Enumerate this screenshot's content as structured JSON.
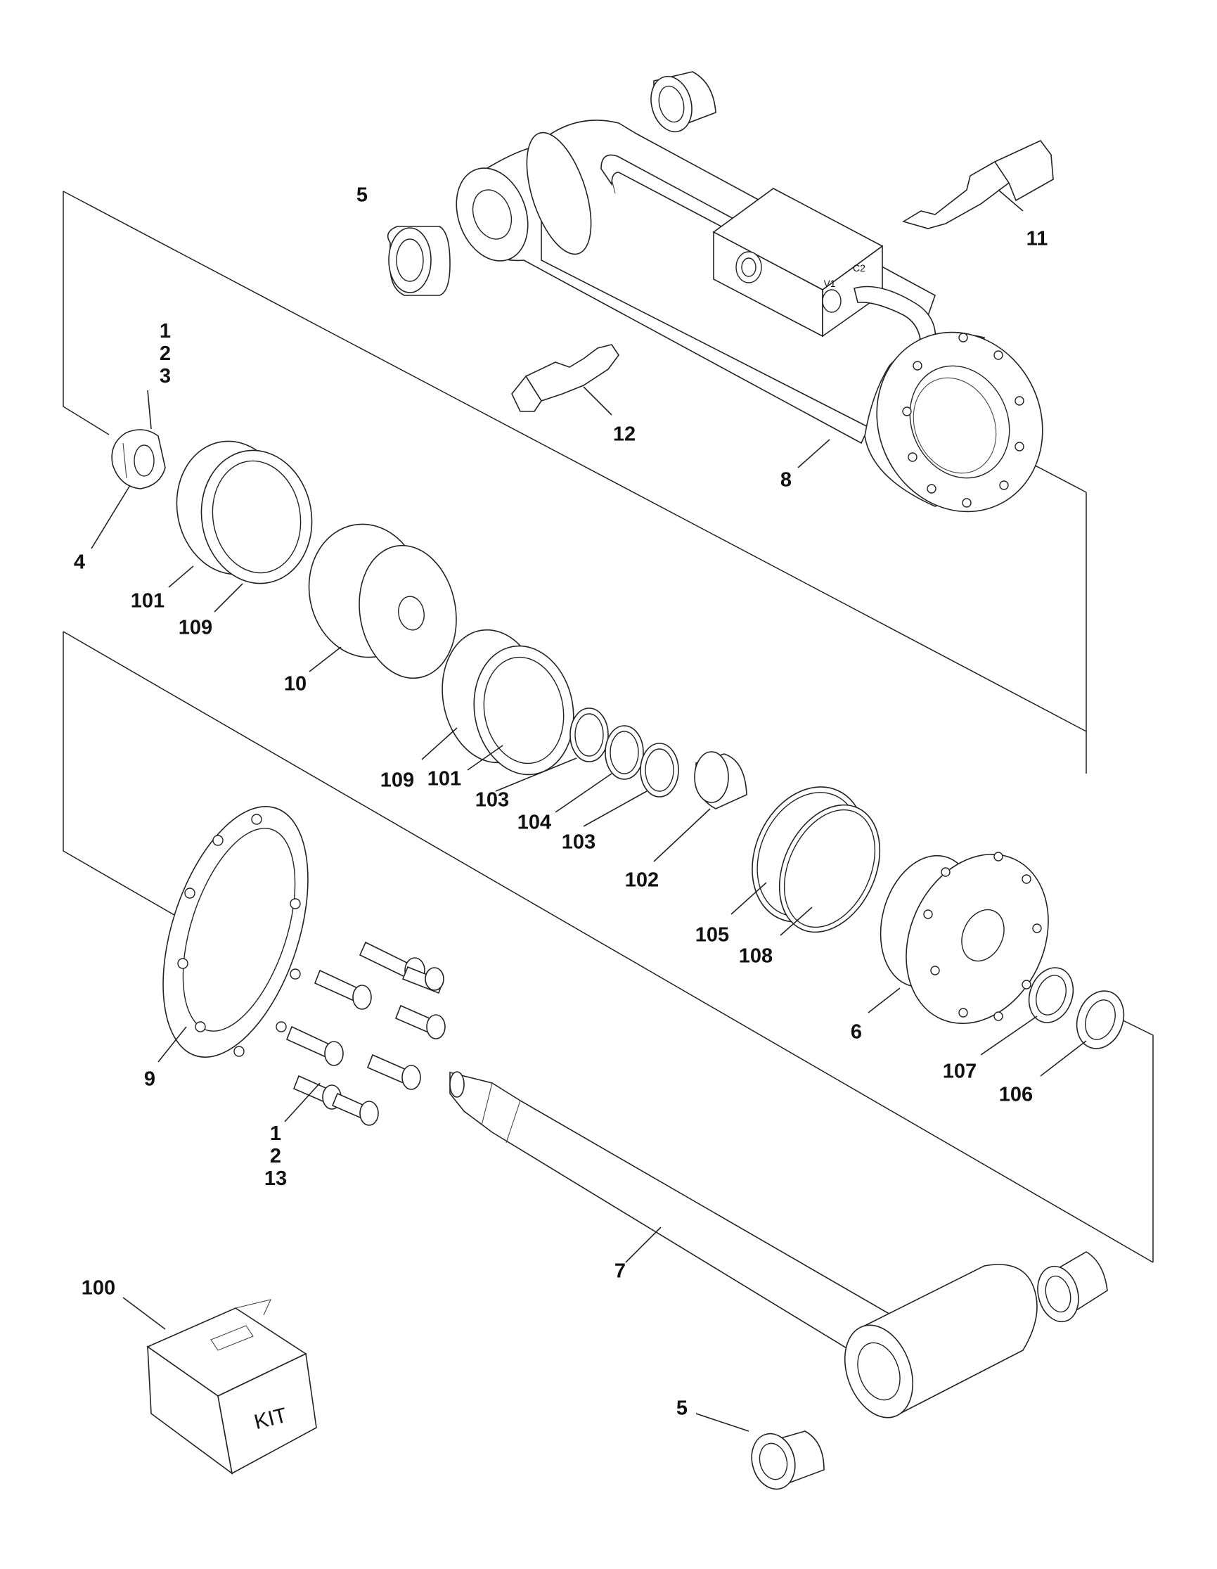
{
  "drawing": {
    "callouts": [
      {
        "key": "c5top",
        "text": "5"
      },
      {
        "key": "c11",
        "text": "11"
      },
      {
        "key": "c12",
        "text": "12"
      },
      {
        "key": "c8",
        "text": "8"
      },
      {
        "key": "c4",
        "text": "4"
      },
      {
        "key": "c101a",
        "text": "101"
      },
      {
        "key": "c109a",
        "text": "109"
      },
      {
        "key": "c10",
        "text": "10"
      },
      {
        "key": "c109b",
        "text": "109"
      },
      {
        "key": "c101b",
        "text": "101"
      },
      {
        "key": "c103a",
        "text": "103"
      },
      {
        "key": "c104",
        "text": "104"
      },
      {
        "key": "c103b",
        "text": "103"
      },
      {
        "key": "c102",
        "text": "102"
      },
      {
        "key": "c105",
        "text": "105"
      },
      {
        "key": "c108",
        "text": "108"
      },
      {
        "key": "c6",
        "text": "6"
      },
      {
        "key": "c107",
        "text": "107"
      },
      {
        "key": "c106",
        "text": "106"
      },
      {
        "key": "c9",
        "text": "9"
      },
      {
        "key": "c7",
        "text": "7"
      },
      {
        "key": "c100",
        "text": "100"
      },
      {
        "key": "c5bot",
        "text": "5"
      }
    ],
    "stacks": [
      {
        "key": "s123",
        "lines": [
          "1",
          "2",
          "3"
        ]
      },
      {
        "key": "s1213",
        "lines": [
          "1",
          "2",
          "13"
        ]
      }
    ],
    "port_labels": {
      "v1": "V1",
      "c2": "C2"
    },
    "kit_label": "KIT"
  }
}
